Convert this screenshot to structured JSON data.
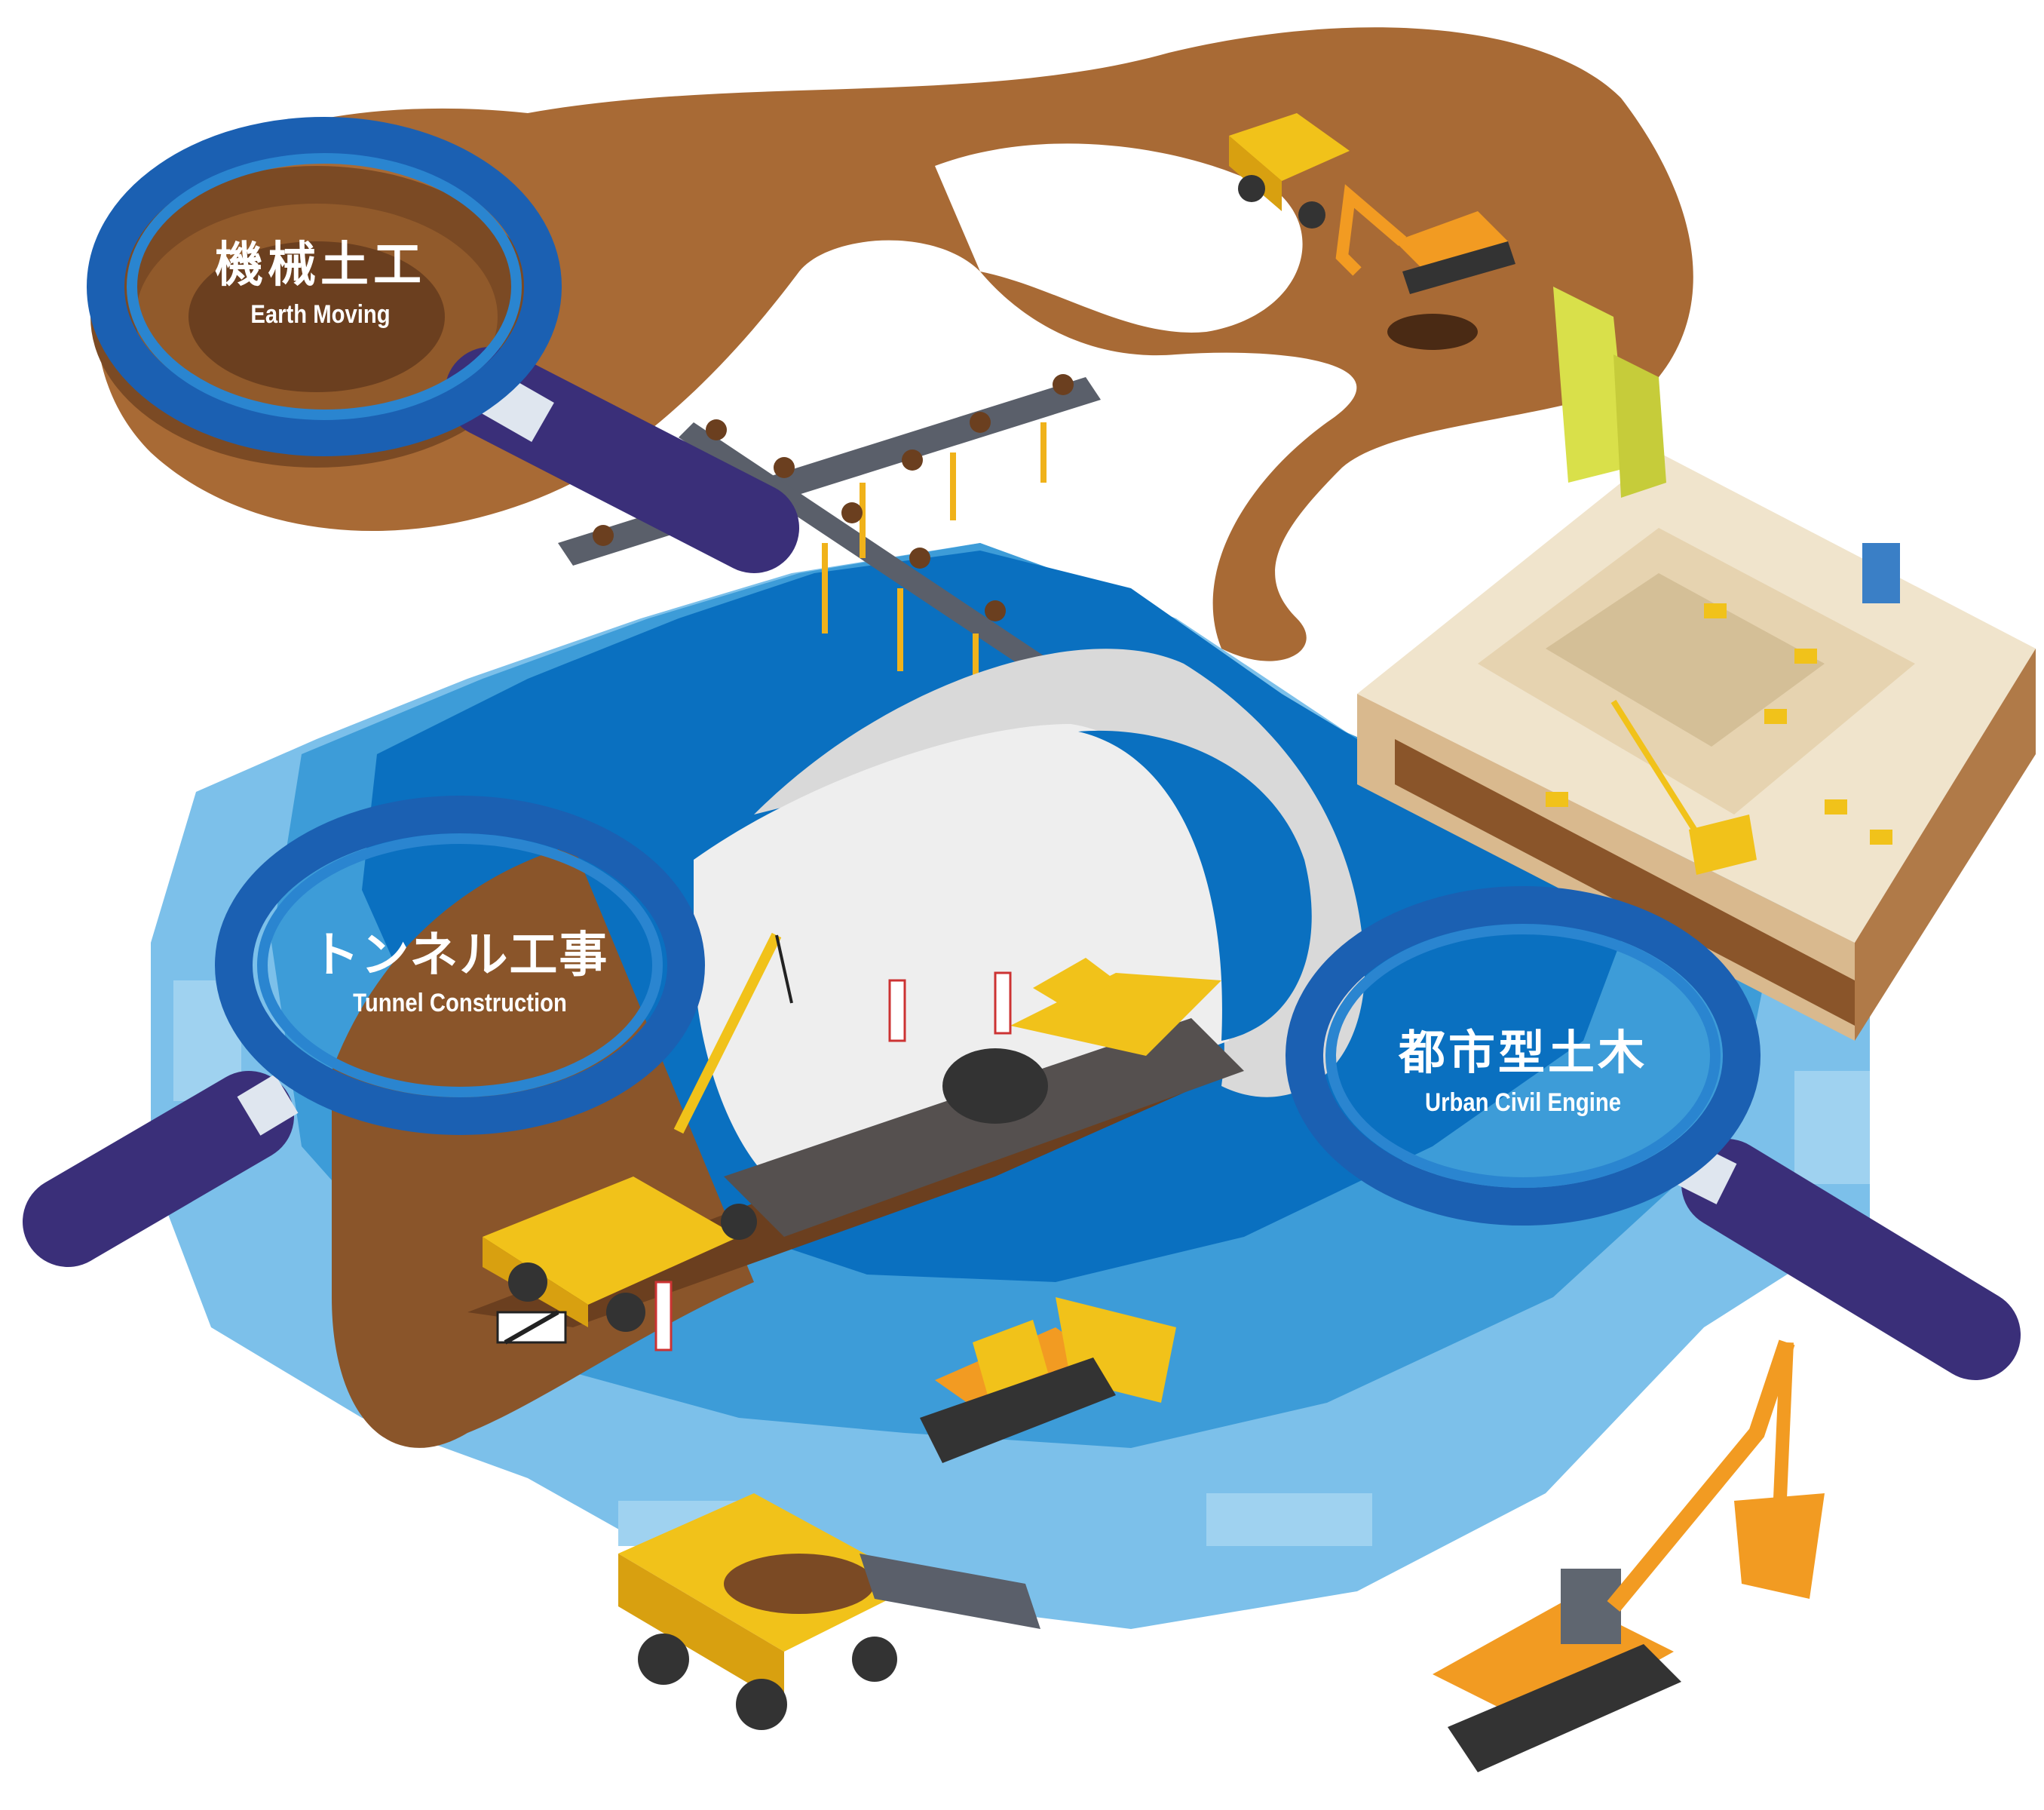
{
  "colors": {
    "blue_dark": "#0a70c0",
    "blue_mid": "#3d9cd8",
    "blue_light": "#7cc0ea",
    "earth_dark": "#7b4a24",
    "earth_mid": "#a86a35",
    "earth_light": "#c69056",
    "lens_ring": "#1b60b2",
    "handle": "#3a2f79",
    "machine_yellow": "#f1c21a",
    "machine_orange": "#f29b22",
    "concrete": "#e1e1e1",
    "road": "#55504f"
  },
  "lenses": [
    {
      "id": "earth-moving",
      "title_ja": "機械土工",
      "title_en": "Earth Moving",
      "icon": "magnifier-icon"
    },
    {
      "id": "tunnel-construction",
      "title_ja": "トンネル工事",
      "title_en": "Tunnel Construction",
      "icon": "magnifier-icon"
    },
    {
      "id": "urban-civil",
      "title_ja": "都市型土木",
      "title_en": "Urban Civil Engine",
      "icon": "magnifier-icon"
    }
  ],
  "machines": [
    "dump-truck",
    "excavator",
    "crane-truck",
    "road-roller",
    "bulldozer",
    "conveyor-belt",
    "crawler-excavator",
    "haul-truck",
    "mining-crane"
  ]
}
